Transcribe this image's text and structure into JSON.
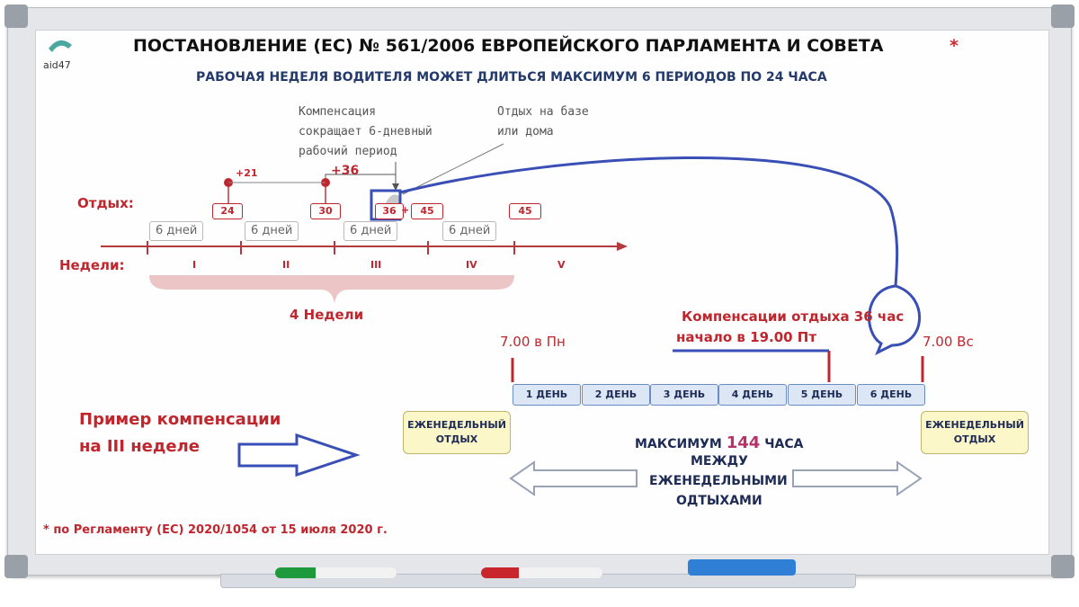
{
  "logo": {
    "text": "aid47"
  },
  "title": "ПОСТАНОВЛЕНИЕ (ЕС) № 561/2006 ЕВРОПЕЙСКОГО ПАРЛАМЕНТА И СОВЕТА",
  "title_marker": "*",
  "subtitle": "РАБОЧАЯ НЕДЕЛЯ ВОДИТЕЛЯ МОЖЕТ ДЛИТЬСЯ МАКСИМУМ 6 ПЕРИОДОВ ПО 24 ЧАСА",
  "annotations": {
    "compensation_lines": [
      "Компенсация",
      "сокращает 6-дневный",
      "рабочий период"
    ],
    "rest_location_lines": [
      "Отдых на базе",
      "или дома"
    ]
  },
  "timeline": {
    "rest_label": "Отдых:",
    "weeks_label": "Недели:",
    "plus21": "+21",
    "plus36": "+36",
    "plus_sign": "+",
    "rest_values": [
      "24",
      "30",
      "36",
      "45",
      "45"
    ],
    "periods": [
      "6 дней",
      "6 дней",
      "6 дней",
      "6 дней"
    ],
    "weeks": [
      "I",
      "II",
      "III",
      "IV",
      "V"
    ],
    "four_weeks": "4 Недели"
  },
  "detail": {
    "comp_title": "Компенсации отдыха 36 час",
    "comp_start": "начало в 19.00 Пт",
    "start_label": "7.00 в Пн",
    "end_label": "7.00 Вс",
    "days": [
      "1 ДЕНЬ",
      "2 ДЕНЬ",
      "3 ДЕНЬ",
      "4 ДЕНЬ",
      "5 ДЕНЬ",
      "6 ДЕНЬ"
    ],
    "weekly_rest": [
      "ЕЖЕНЕДЕЛЬНЫЙ",
      "ОТДЫХ"
    ],
    "max_prefix": "МАКСИМУМ",
    "max_value": "144",
    "max_suffix": "ЧАСА",
    "max_lines": [
      "МЕЖДУ",
      "ЕЖЕНЕДЕЛЬНЫМИ",
      "ОДТЫХАМИ"
    ]
  },
  "example": [
    "Пример компенсации",
    "на  III неделе"
  ],
  "footnote": "* по Регламенту (ЕС) 2020/1054 от 15 июля 2020 г.",
  "colors": {
    "red": "#c0262d",
    "navy": "#1d2b55",
    "blue_highlight": "#3a4fb5",
    "board": "#e4e6ea"
  }
}
